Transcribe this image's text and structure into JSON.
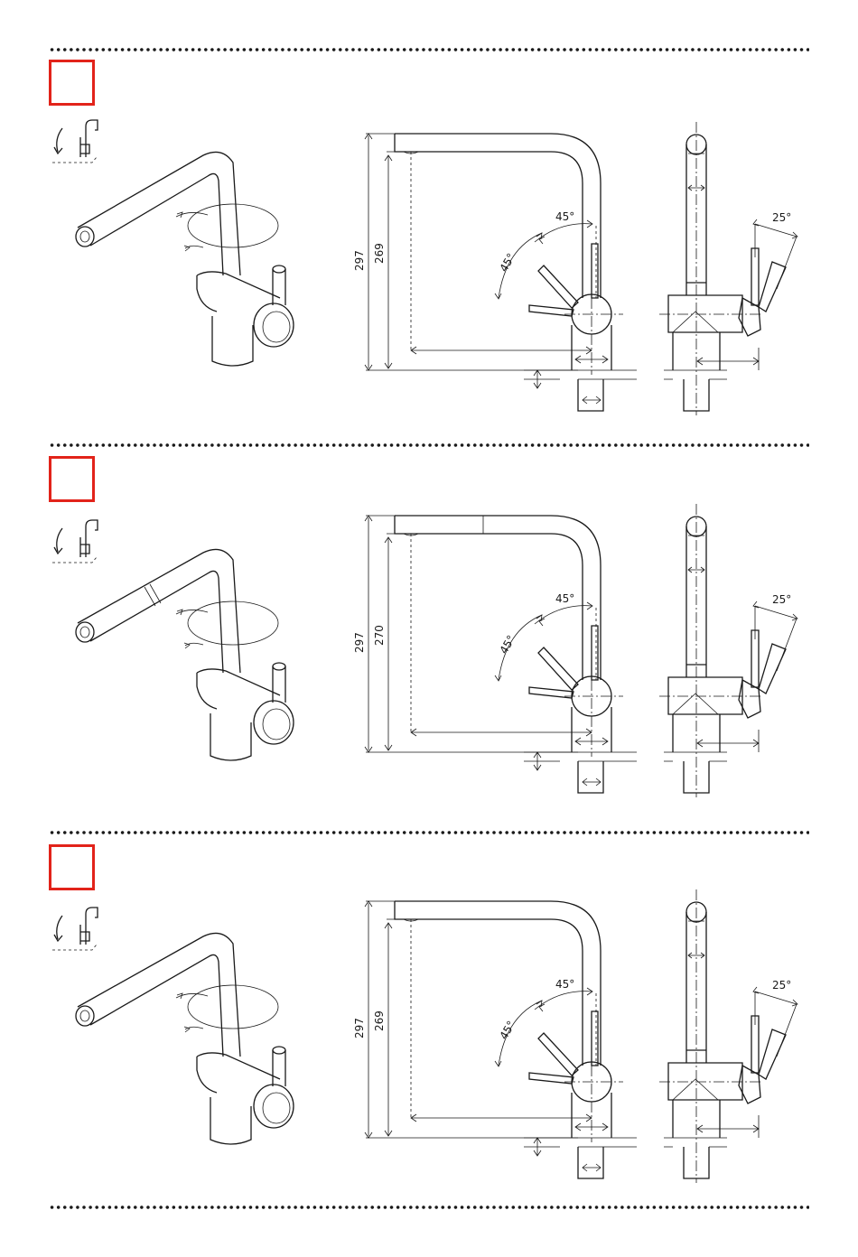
{
  "colors": {
    "marker": "#e2231a",
    "ink": "#1a1a1a"
  },
  "icons": [
    "installation-icon",
    "faucet-perspective",
    "faucet-side-view",
    "faucet-front-view"
  ],
  "panels": [
    {
      "variant": "fixed spout",
      "total_height": "297",
      "spout_height": "269",
      "lever_angle_a": "45°",
      "lever_angle_b": "45°",
      "lever_angle_front": "25°"
    },
    {
      "variant": "pull-out spout",
      "total_height": "297",
      "spout_height": "270",
      "lever_angle_a": "45°",
      "lever_angle_b": "45°",
      "lever_angle_front": "25°"
    },
    {
      "variant": "fixed spout",
      "total_height": "297",
      "spout_height": "269",
      "lever_angle_a": "45°",
      "lever_angle_b": "45°",
      "lever_angle_front": "25°"
    }
  ]
}
